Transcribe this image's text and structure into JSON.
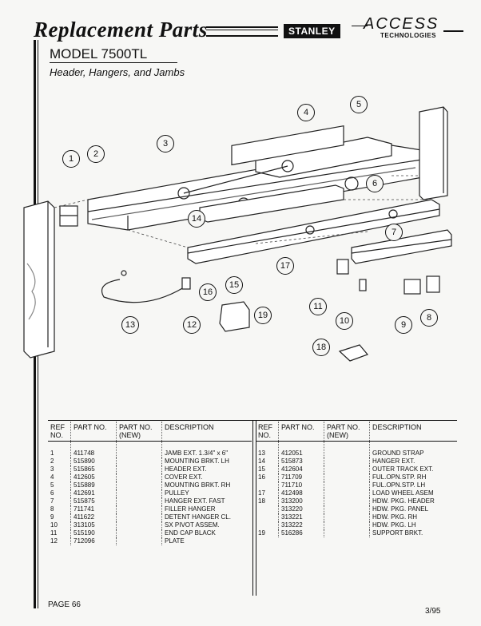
{
  "header": {
    "brand_title": "Replacement Parts",
    "stanley_label": "STANLEY",
    "access_label": "ACCESS",
    "access_sub": "TECHNOLOGIES"
  },
  "model_title": "MODEL 7500TL",
  "subtitle": "Header, Hangers, and Jambs",
  "callouts": [
    "1",
    "2",
    "3",
    "4",
    "5",
    "6",
    "7",
    "8",
    "9",
    "10",
    "11",
    "12",
    "13",
    "14",
    "15",
    "16",
    "17",
    "18",
    "19"
  ],
  "table_headers": {
    "ref": "REF NO.",
    "part_no": "PART NO.",
    "part_no_new": "PART NO. (NEW)",
    "description": "DESCRIPTION"
  },
  "parts_left": [
    {
      "ref": "1",
      "part": "411748",
      "desc": "JAMB EXT. 1.3/4\" x 6\""
    },
    {
      "ref": "2",
      "part": "515890",
      "desc": "MOUNTING BRKT. LH"
    },
    {
      "ref": "3",
      "part": "515865",
      "desc": "HEADER EXT."
    },
    {
      "ref": "4",
      "part": "412605",
      "desc": "COVER EXT."
    },
    {
      "ref": "5",
      "part": "515889",
      "desc": "MOUNTING BRKT. RH"
    },
    {
      "ref": "6",
      "part": "412691",
      "desc": "PULLEY"
    },
    {
      "ref": "7",
      "part": "515875",
      "desc": "HANGER EXT. FAST"
    },
    {
      "ref": "8",
      "part": "711741",
      "desc": "FILLER HANGER"
    },
    {
      "ref": "9",
      "part": "411622",
      "desc": "DETENT HANGER CL."
    },
    {
      "ref": "10",
      "part": "313105",
      "desc": "SX PIVOT ASSEM."
    },
    {
      "ref": "11",
      "part": "515190",
      "desc": "END CAP BLACK"
    },
    {
      "ref": "12",
      "part": "712096",
      "desc": "PLATE"
    }
  ],
  "parts_right": [
    {
      "ref": "13",
      "part": "412051",
      "desc": "GROUND STRAP"
    },
    {
      "ref": "14",
      "part": "515873",
      "desc": "HANGER EXT."
    },
    {
      "ref": "15",
      "part": "412604",
      "desc": "OUTER TRACK EXT."
    },
    {
      "ref": "16",
      "part": "711709",
      "desc": "FUL.OPN.STP. RH"
    },
    {
      "ref": "",
      "part": "711710",
      "desc": "FUL.OPN.STP. LH"
    },
    {
      "ref": "17",
      "part": "412498",
      "desc": "LOAD WHEEL ASEM"
    },
    {
      "ref": "18",
      "part": "313200",
      "desc": "HDW. PKG. HEADER"
    },
    {
      "ref": "",
      "part": "313220",
      "desc": "HDW. PKG. PANEL"
    },
    {
      "ref": "",
      "part": "313221",
      "desc": "HDW. PKG. RH"
    },
    {
      "ref": "",
      "part": "313222",
      "desc": "HDW. PKG. LH"
    },
    {
      "ref": "19",
      "part": "516286",
      "desc": "SUPPORT BRKT."
    }
  ],
  "footer": {
    "page": "PAGE 66",
    "date": "3/95"
  }
}
